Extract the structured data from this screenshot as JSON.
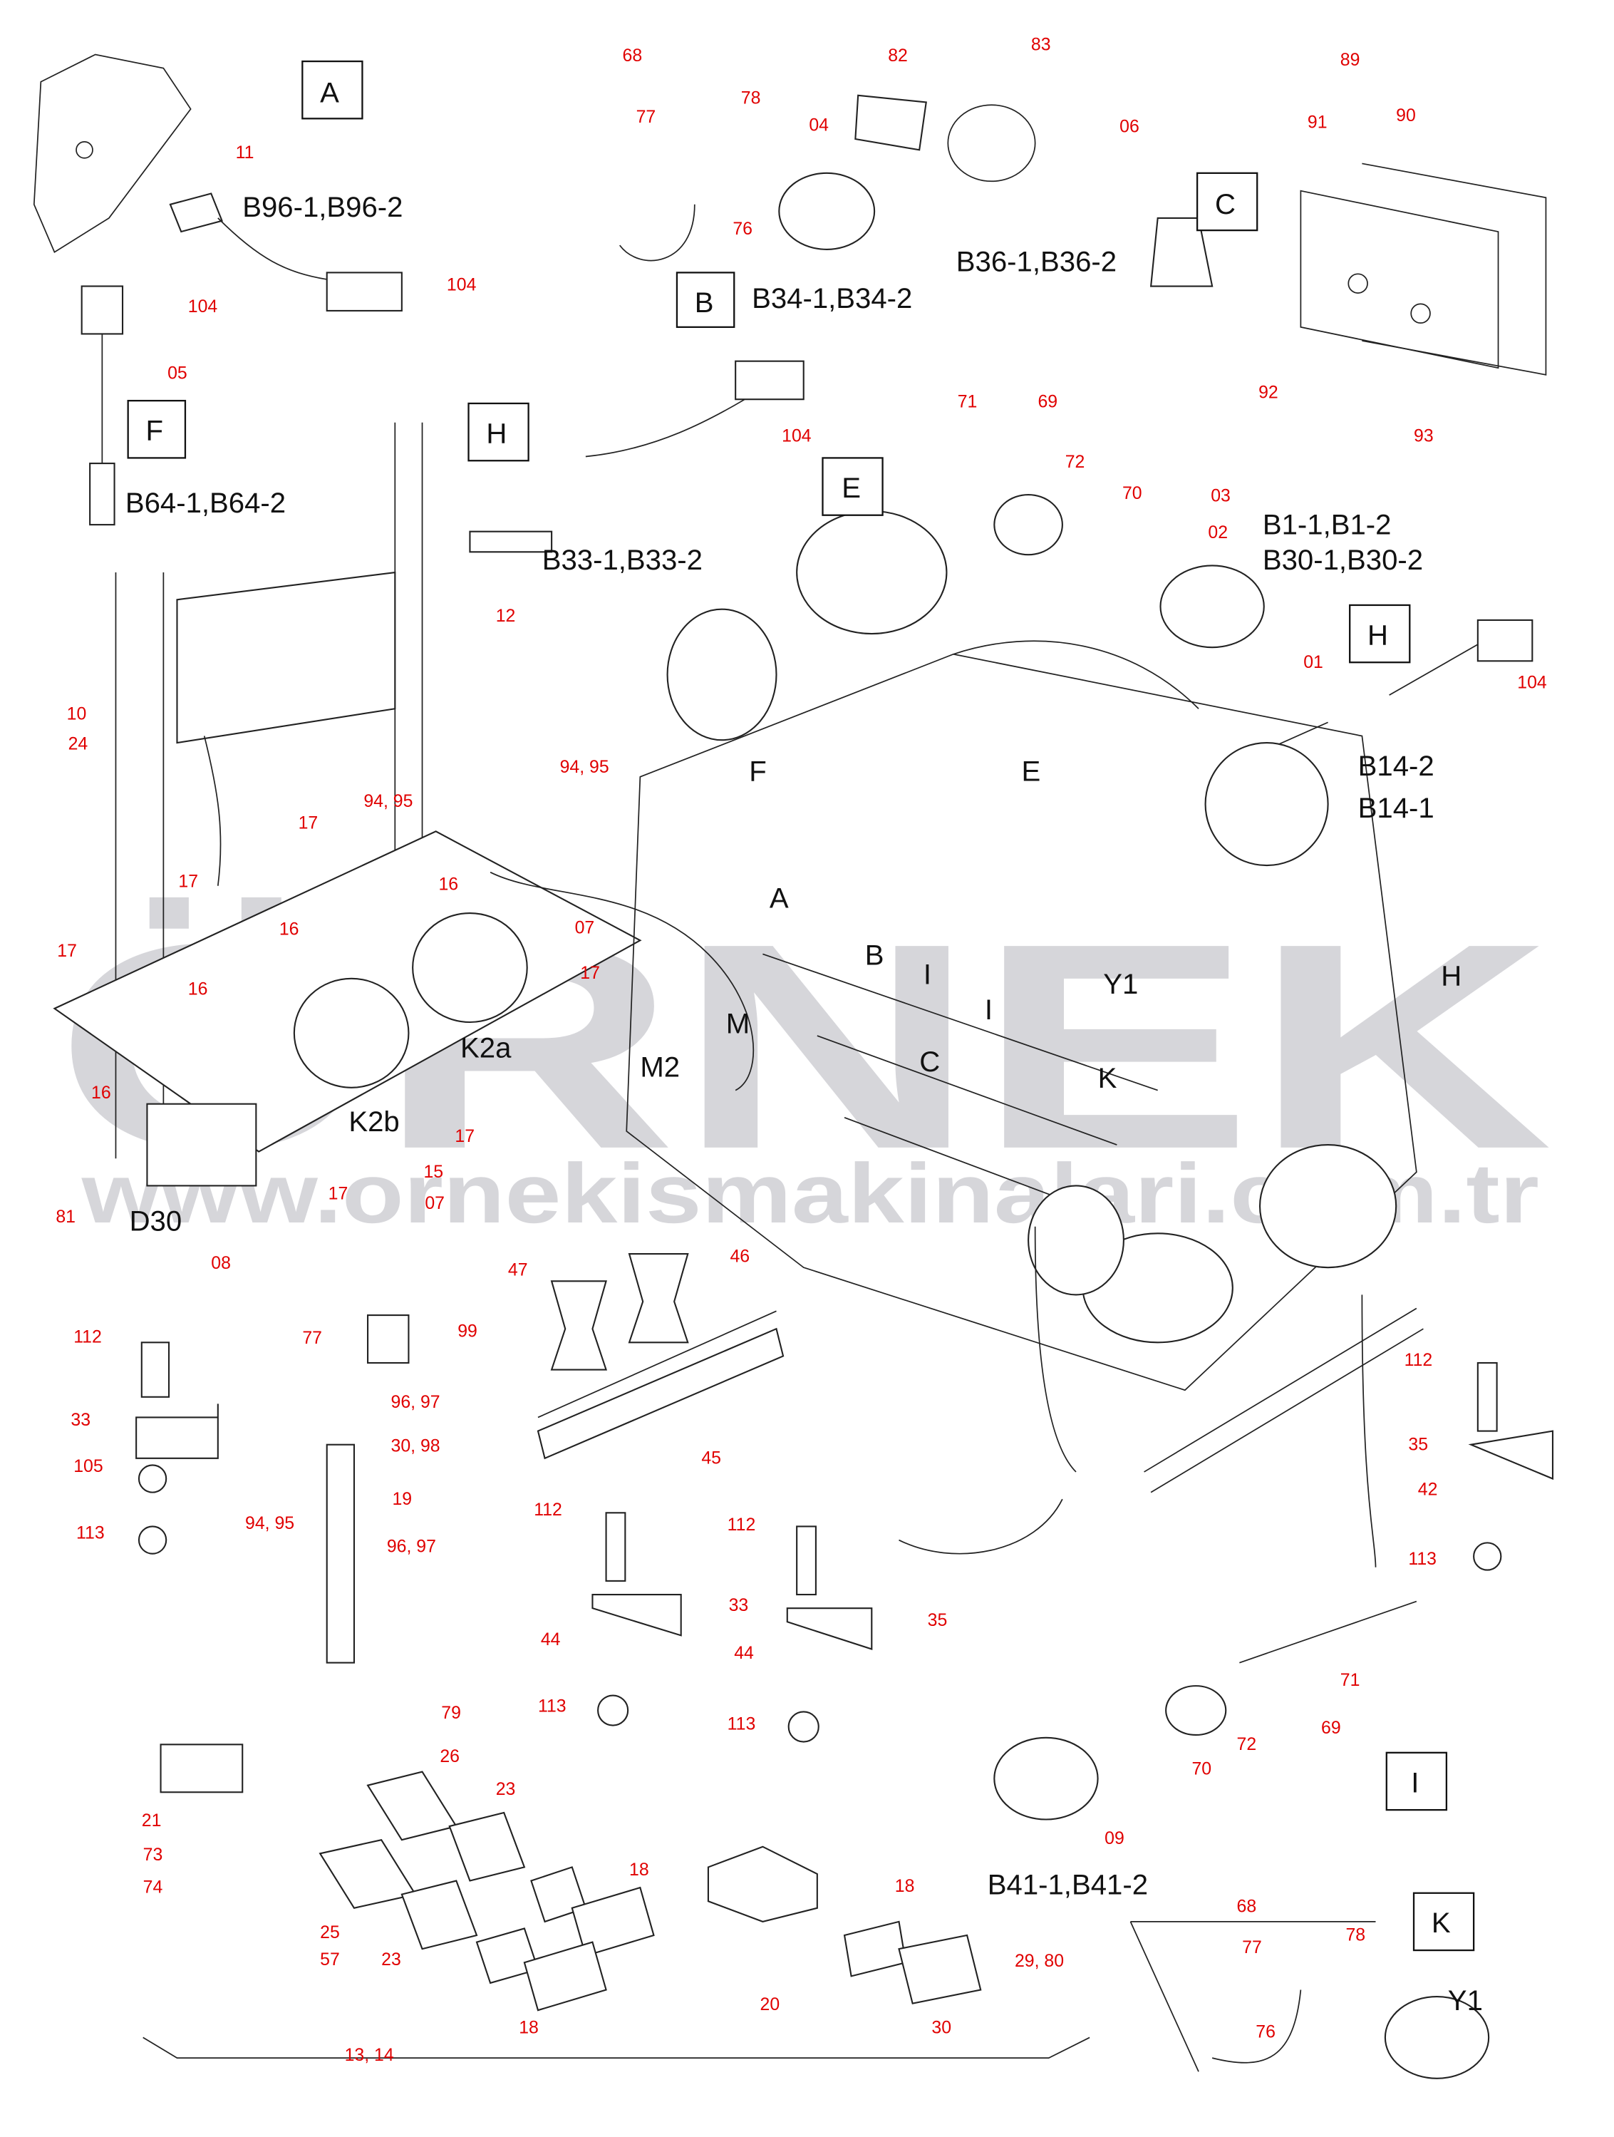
{
  "diagram": {
    "watermark": {
      "logo": "ÖRNEK",
      "url": "www.ornekismakinalari.com.tr"
    },
    "view_letters": [
      "A",
      "B",
      "C",
      "F",
      "H",
      "E",
      "H",
      "I",
      "K"
    ],
    "designators": [
      "B96-1,B96-2",
      "B34-1,B34-2",
      "B36-1,B36-2",
      "B64-1,B64-2",
      "B33-1,B33-2",
      "B1-1,B1-2",
      "B30-1,B30-2",
      "B14-2",
      "B14-1",
      "K2a",
      "K2b",
      "D30",
      "B41-1,B41-2",
      "Y1"
    ],
    "engine_pointers": [
      "F",
      "E",
      "A",
      "B",
      "I",
      "I",
      "Y1",
      "H",
      "M",
      "M2",
      "C",
      "K"
    ],
    "callouts": [
      "68",
      "82",
      "83",
      "89",
      "11",
      "77",
      "78",
      "04",
      "06",
      "91",
      "90",
      "104",
      "104",
      "76",
      "05",
      "92",
      "93",
      "71",
      "69",
      "104",
      "72",
      "70",
      "03",
      "02",
      "12",
      "01",
      "104",
      "10",
      "24",
      "94, 95",
      "94, 95",
      "17",
      "17",
      "16",
      "16",
      "07",
      "17",
      "17",
      "16",
      "16",
      "17",
      "15",
      "07",
      "17",
      "81",
      "08",
      "47",
      "46",
      "112",
      "77",
      "99",
      "96, 97",
      "33",
      "30, 98",
      "105",
      "45",
      "19",
      "112",
      "35",
      "42",
      "112",
      "112",
      "113",
      "94, 95",
      "96, 97",
      "113",
      "33",
      "35",
      "44",
      "44",
      "71",
      "113",
      "79",
      "113",
      "69",
      "72",
      "26",
      "70",
      "23",
      "21",
      "09",
      "73",
      "18",
      "74",
      "18",
      "68",
      "25",
      "77",
      "78",
      "57",
      "23",
      "29, 80",
      "76",
      "18",
      "30",
      "20",
      "13, 14"
    ]
  }
}
